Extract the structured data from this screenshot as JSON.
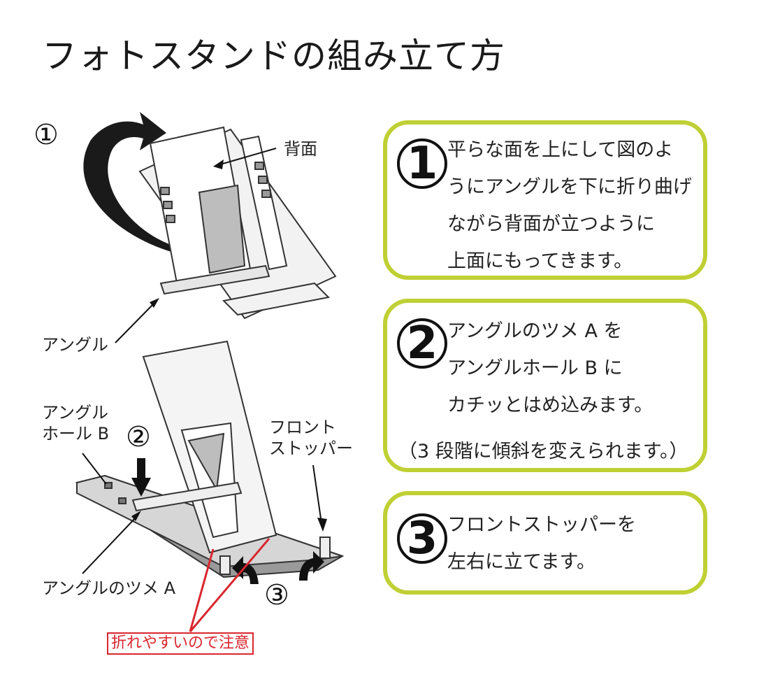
{
  "title": "フォトスタンドの組み立て方",
  "diagram": {
    "step1_marker": "①",
    "step2_marker": "②",
    "step3_marker": "③",
    "labels": {
      "back": "背面",
      "angle": "アングル",
      "angle_hole_b_line1": "アングル",
      "angle_hole_b_line2": "ホール B",
      "front_stopper_line1": "フロント",
      "front_stopper_line2": "ストッパー",
      "angle_tab_a": "アングルのツメ A",
      "warning": "折れやすいので注意"
    }
  },
  "steps": [
    {
      "number": "1",
      "lines": [
        "平らな面を上にして図のよ",
        "うにアングルを下に折り曲げ",
        "ながら背面が立つように",
        "上面にもってきます。"
      ]
    },
    {
      "number": "2",
      "lines": [
        "アングルのツメ A を",
        "アングルホール B に",
        "カチッとはめ込みます。"
      ],
      "note": "（3 段階に傾斜を変えられます。）"
    },
    {
      "number": "3",
      "lines": [
        "フロントストッパーを",
        "左右に立てます。"
      ]
    }
  ],
  "colors": {
    "box_border": "#bfd034",
    "warning": "#d9262e"
  }
}
